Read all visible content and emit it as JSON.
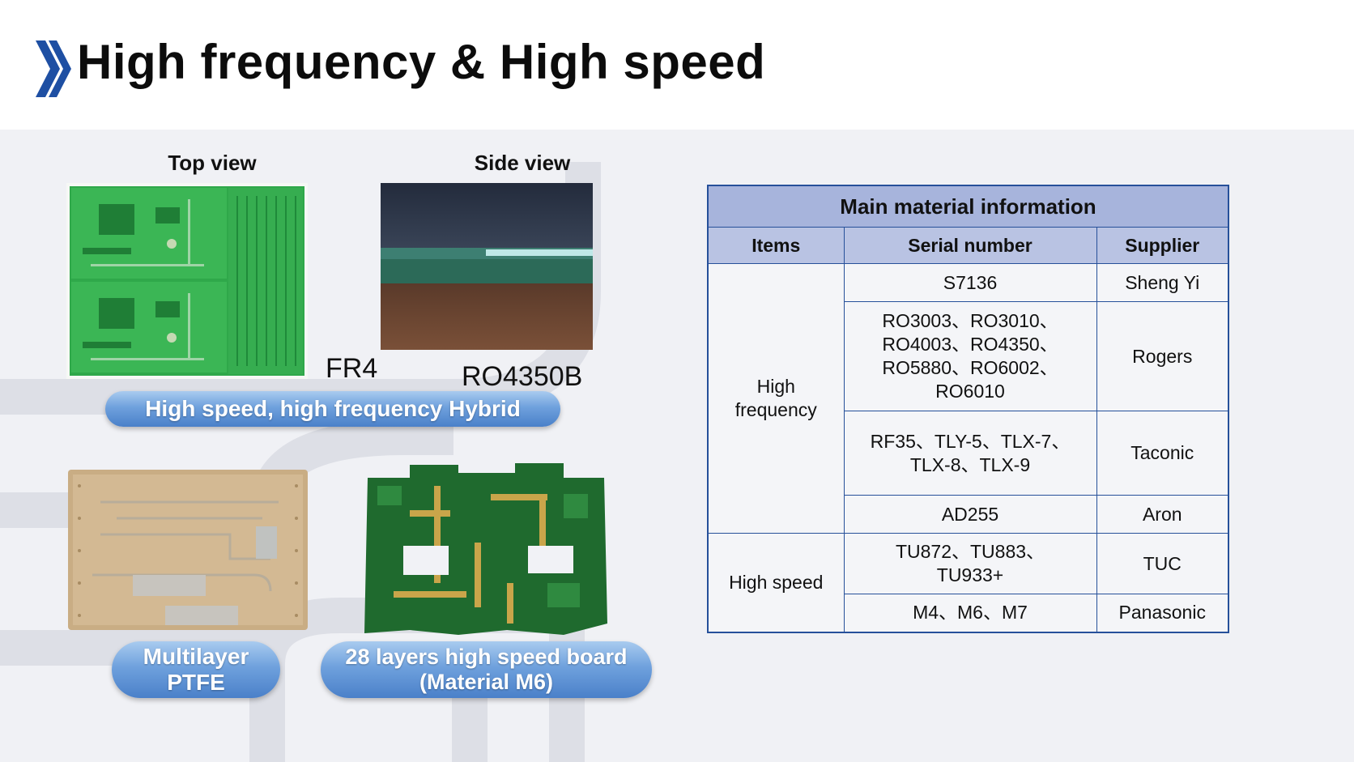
{
  "slide": {
    "title": "High frequency & High speed",
    "header_icon": "double-chevron-right-icon",
    "accent_color": "#1e4fa3"
  },
  "gallery": {
    "top_view_caption": "Top view",
    "side_view_caption": "Side view",
    "fr4_label": "FR4",
    "ro4350b_label": "RO4350B",
    "hybrid_pill": "High speed, high frequency Hybrid",
    "ptfe_pill_line1": "Multilayer",
    "ptfe_pill_line2": "PTFE",
    "m6_pill_line1": "28 layers high speed board",
    "m6_pill_line2": "(Material M6)"
  },
  "table": {
    "caption": "Main material information",
    "headers": [
      "Items",
      "Serial number",
      "Supplier"
    ],
    "groups": [
      {
        "item_line1": "High",
        "item_line2": "frequency",
        "rows": [
          {
            "serial": [
              "S7136"
            ],
            "supplier": "Sheng Yi"
          },
          {
            "serial": [
              "RO3003、RO3010、",
              "RO4003、RO4350、",
              "RO5880、RO6002、",
              "RO6010"
            ],
            "supplier": "Rogers"
          },
          {
            "serial": [
              "RF35、TLY-5、TLX-7、",
              "TLX-8、TLX-9"
            ],
            "supplier": "Taconic"
          },
          {
            "serial": [
              "AD255"
            ],
            "supplier": "Aron"
          }
        ]
      },
      {
        "item_line1": "High speed",
        "rows": [
          {
            "serial": [
              "TU872、TU883、",
              "TU933+"
            ],
            "supplier": "TUC"
          },
          {
            "serial": [
              "M4、M6、M7"
            ],
            "supplier": "Panasonic"
          }
        ]
      }
    ]
  }
}
